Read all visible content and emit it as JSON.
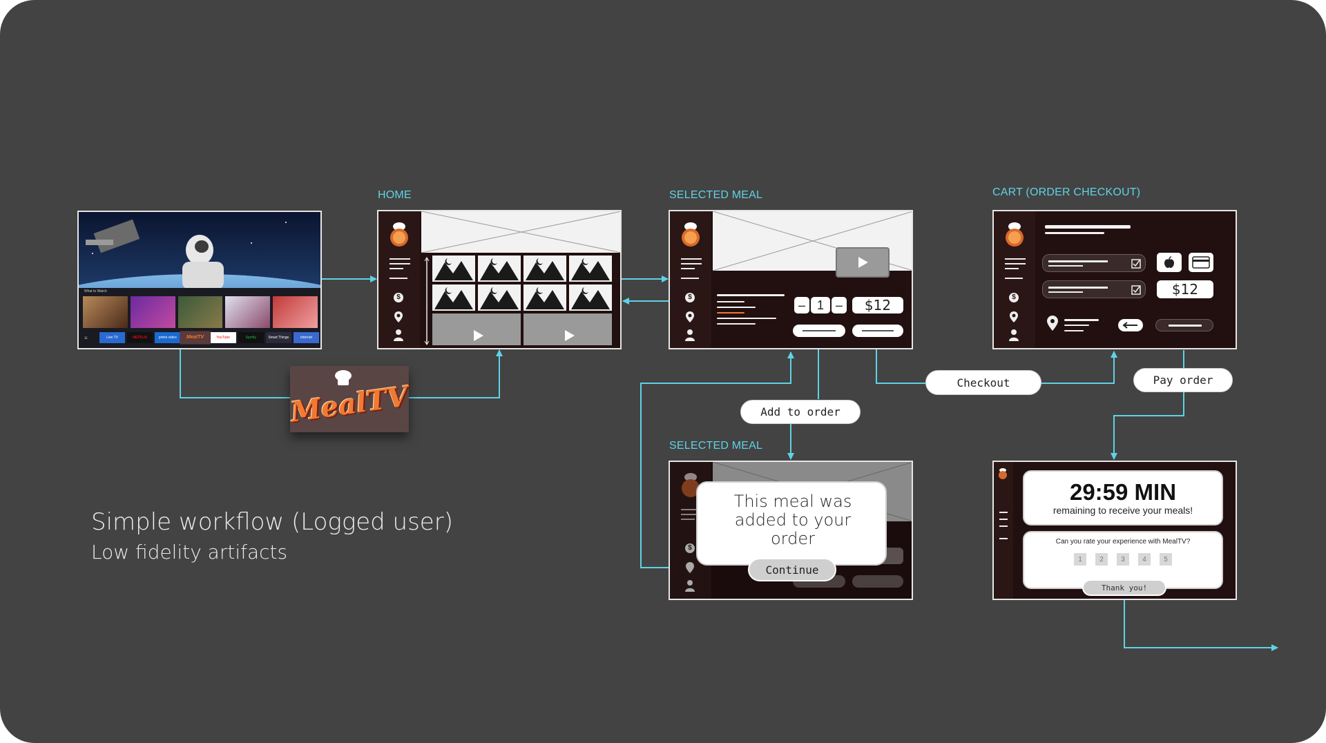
{
  "sections": {
    "home": "HOME",
    "selected_meal": "SELECTED MEAL",
    "cart": "CART (ORDER CHECKOUT)",
    "selected_meal_confirm": "SELECTED MEAL"
  },
  "flow_labels": {
    "add_to_order": "Add to order",
    "checkout": "Checkout",
    "pay_order": "Pay order"
  },
  "tv_home": {
    "what_to_watch": "What to Watch",
    "app_tiles": [
      "Live TV",
      "NETFLIX",
      "prime video",
      "MealTV",
      "YouTube",
      "Spotify",
      "Smart Things",
      "Internet"
    ]
  },
  "logo": {
    "text": "MealTV"
  },
  "selected_meal_screen": {
    "qty": "1",
    "price": "$12"
  },
  "cart_screen": {
    "price": "$12"
  },
  "confirm_modal": {
    "message": "This meal was added to your order",
    "continue_label": "Continue"
  },
  "status_screen": {
    "timer": "29:59 MIN",
    "timer_sub": "remaining to receive your meals!",
    "rate_question": "Can you rate your experience with MealTV?",
    "ratings": [
      "1",
      "2",
      "3",
      "4",
      "5"
    ],
    "thanks_label": "Thank you!"
  },
  "footer": {
    "title": "Simple workflow (Logged user)",
    "subtitle": "Low fidelity artifacts"
  },
  "colors": {
    "background": "#434343",
    "accent": "#5fd3e6",
    "screen_dark": "#220f0f",
    "logo_orange": "#f07a32"
  }
}
